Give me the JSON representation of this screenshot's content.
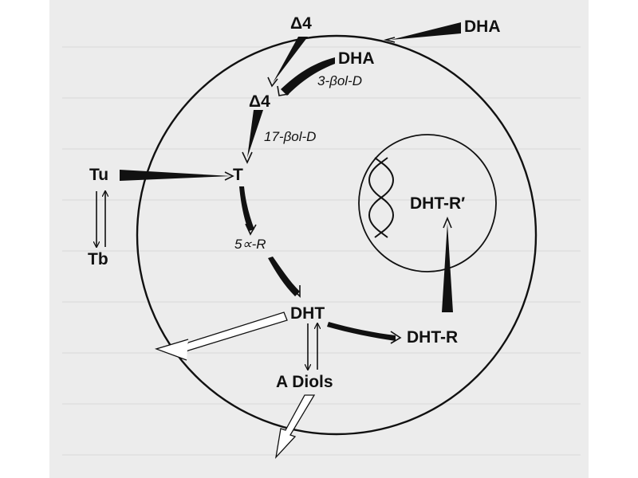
{
  "labels": {
    "dha_outside": "DHA",
    "delta4_outside": "Δ4",
    "dha_inside": "DHA",
    "enzyme_3bol": "3-βol-D",
    "delta4_inside": "Δ4",
    "enzyme_17bol": "17-βol-D",
    "t": "T",
    "tu": "Tu",
    "tb": "Tb",
    "enzyme_5a_r": "5∝-R",
    "dht": "DHT",
    "dht_r": "DHT-R",
    "dht_r_prime": "DHT-R′",
    "a_diols": "A Diols"
  },
  "colors": {
    "ink": "#111111",
    "paper": "#ececec",
    "background": "#ffffff"
  }
}
